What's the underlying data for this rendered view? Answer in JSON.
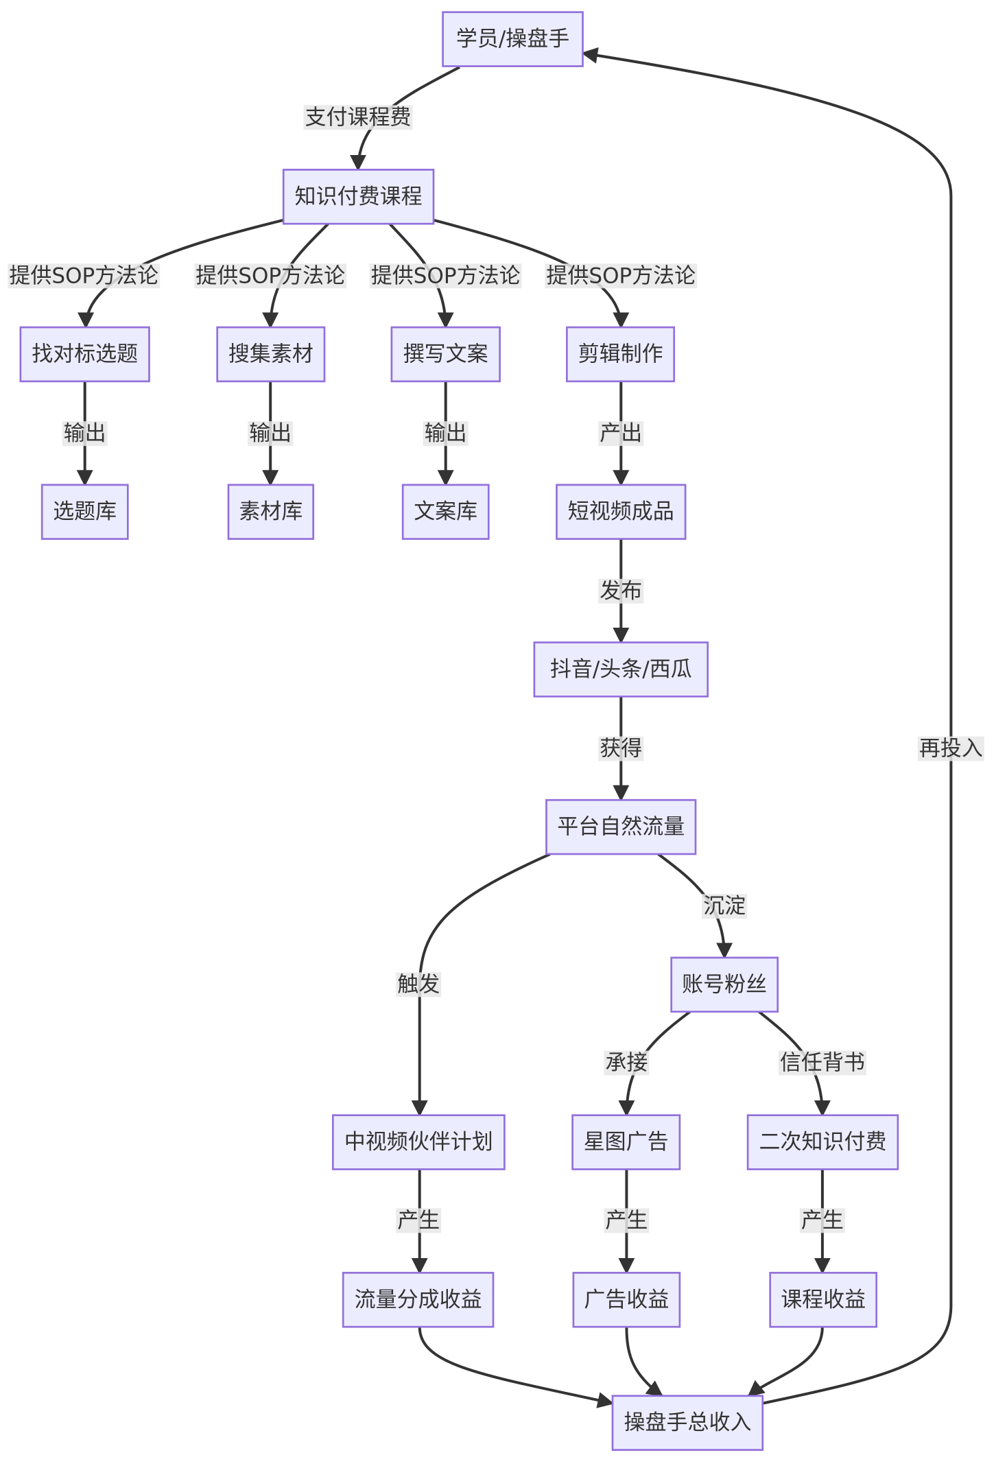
{
  "nodes": [
    {
      "id": "student",
      "label": "学员/操盘手"
    },
    {
      "id": "course",
      "label": "知识付费课程"
    },
    {
      "id": "topic",
      "label": "找对标选题"
    },
    {
      "id": "material",
      "label": "搜集素材"
    },
    {
      "id": "copywrite",
      "label": "撰写文案"
    },
    {
      "id": "edit",
      "label": "剪辑制作"
    },
    {
      "id": "topiclib",
      "label": "选题库"
    },
    {
      "id": "materiallib",
      "label": "素材库"
    },
    {
      "id": "copylib",
      "label": "文案库"
    },
    {
      "id": "video",
      "label": "短视频成品"
    },
    {
      "id": "platform",
      "label": "抖音/头条/西瓜"
    },
    {
      "id": "traffic",
      "label": "平台自然流量"
    },
    {
      "id": "fans",
      "label": "账号粉丝"
    },
    {
      "id": "midvideo",
      "label": "中视频伙伴计划"
    },
    {
      "id": "xingtu",
      "label": "星图广告"
    },
    {
      "id": "secondpay",
      "label": "二次知识付费"
    },
    {
      "id": "trafficrev",
      "label": "流量分成收益"
    },
    {
      "id": "adrev",
      "label": "广告收益"
    },
    {
      "id": "courserev",
      "label": "课程收益"
    },
    {
      "id": "total",
      "label": "操盘手总收入"
    }
  ],
  "edges": [
    {
      "from": "student",
      "to": "course",
      "label": "支付课程费"
    },
    {
      "from": "course",
      "to": "topic",
      "label": "提供SOP方法论"
    },
    {
      "from": "course",
      "to": "material",
      "label": "提供SOP方法论"
    },
    {
      "from": "course",
      "to": "copywrite",
      "label": "提供SOP方法论"
    },
    {
      "from": "course",
      "to": "edit",
      "label": "提供SOP方法论"
    },
    {
      "from": "topic",
      "to": "topiclib",
      "label": "输出"
    },
    {
      "from": "material",
      "to": "materiallib",
      "label": "输出"
    },
    {
      "from": "copywrite",
      "to": "copylib",
      "label": "输出"
    },
    {
      "from": "edit",
      "to": "video",
      "label": "产出"
    },
    {
      "from": "video",
      "to": "platform",
      "label": "发布"
    },
    {
      "from": "platform",
      "to": "traffic",
      "label": "获得"
    },
    {
      "from": "traffic",
      "to": "midvideo",
      "label": "触发"
    },
    {
      "from": "traffic",
      "to": "fans",
      "label": "沉淀"
    },
    {
      "from": "fans",
      "to": "xingtu",
      "label": "承接"
    },
    {
      "from": "fans",
      "to": "secondpay",
      "label": "信任背书"
    },
    {
      "from": "midvideo",
      "to": "trafficrev",
      "label": "产生"
    },
    {
      "from": "xingtu",
      "to": "adrev",
      "label": "产生"
    },
    {
      "from": "secondpay",
      "to": "courserev",
      "label": "产生"
    },
    {
      "from": "trafficrev",
      "to": "total",
      "label": ""
    },
    {
      "from": "adrev",
      "to": "total",
      "label": ""
    },
    {
      "from": "courserev",
      "to": "total",
      "label": ""
    },
    {
      "from": "total",
      "to": "student",
      "label": "再投入"
    }
  ]
}
